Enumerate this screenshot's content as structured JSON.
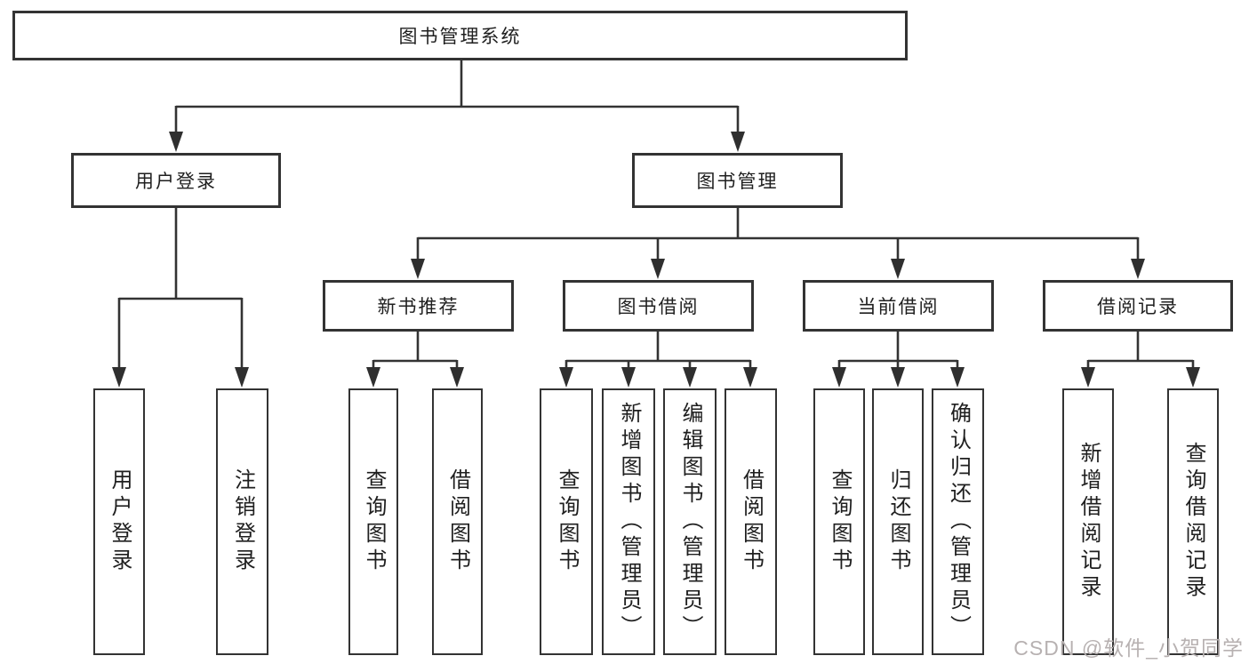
{
  "nodes": {
    "root": "图书管理系统",
    "l2": [
      "用户登录",
      "图书管理"
    ],
    "l3": [
      "新书推荐",
      "图书借阅",
      "当前借阅",
      "借阅记录"
    ],
    "leaves": [
      "用户登录",
      "注销登录",
      "查询图书",
      "借阅图书",
      "查询图书",
      "新增图书（管理员）",
      "编辑图书（管理员）",
      "借阅图书",
      "查询图书",
      "归还图书",
      "确认归还（管理员）",
      "新增借阅记录",
      "查询借阅记录"
    ]
  },
  "watermark": {
    "text": "CSDN @软件_小贺同学",
    "color": "#b7b1b1"
  },
  "colors": {
    "line": "#333333",
    "border": "#333333",
    "background": "#ffffff",
    "text": "#1f1f1f"
  }
}
